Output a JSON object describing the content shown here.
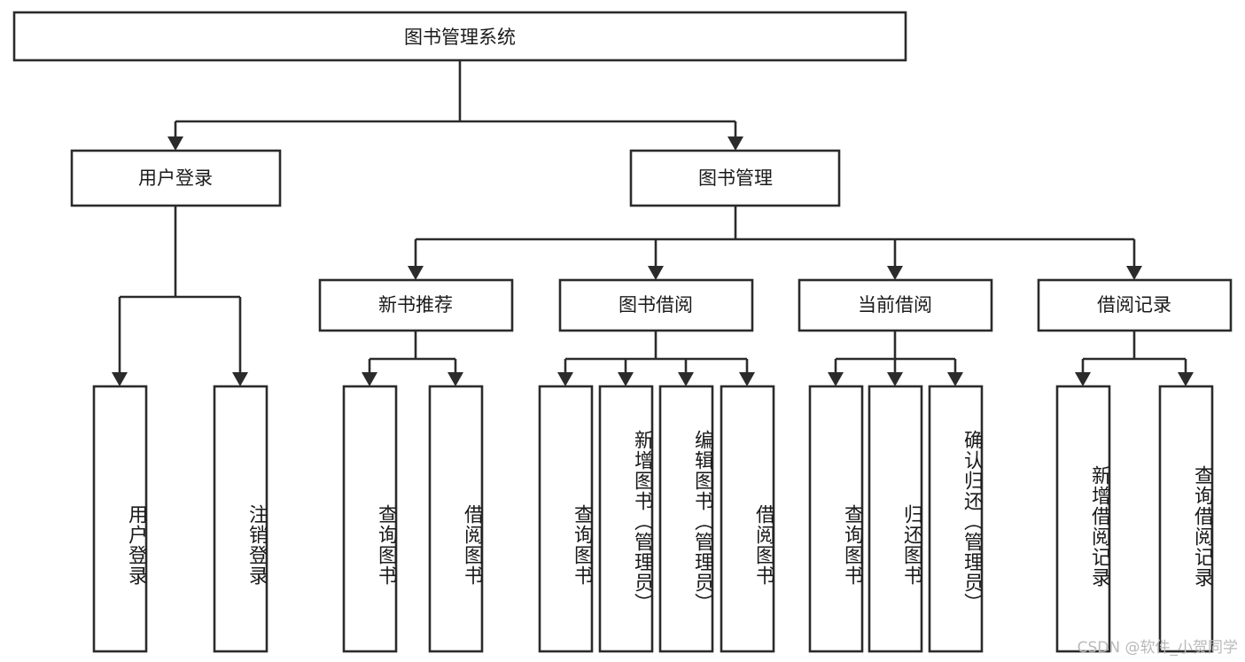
{
  "diagram": {
    "type": "hierarchy-tree",
    "title": "图书管理系统",
    "root": {
      "id": "root",
      "label": "图书管理系统"
    },
    "level2": [
      {
        "id": "user-login",
        "label": "用户登录"
      },
      {
        "id": "book-manage",
        "label": "图书管理"
      }
    ],
    "level3": [
      {
        "id": "new-book-recommend",
        "label": "新书推荐",
        "parent": "book-manage"
      },
      {
        "id": "book-borrow",
        "label": "图书借阅",
        "parent": "book-manage"
      },
      {
        "id": "current-borrow",
        "label": "当前借阅",
        "parent": "book-manage"
      },
      {
        "id": "borrow-record",
        "label": "借阅记录",
        "parent": "book-manage"
      }
    ],
    "leaves": [
      {
        "id": "leaf-user-login",
        "label": "用户登录",
        "parent": "user-login"
      },
      {
        "id": "leaf-logout-login",
        "label": "注销登录",
        "parent": "user-login"
      },
      {
        "id": "leaf-query-book-1",
        "label": "查询图书",
        "parent": "new-book-recommend"
      },
      {
        "id": "leaf-borrow-book-1",
        "label": "借阅图书",
        "parent": "new-book-recommend"
      },
      {
        "id": "leaf-query-book-2",
        "label": "查询图书",
        "parent": "book-borrow"
      },
      {
        "id": "leaf-add-book",
        "label": "新增图书（管理员）",
        "parent": "book-borrow"
      },
      {
        "id": "leaf-edit-book",
        "label": "编辑图书（管理员）",
        "parent": "book-borrow"
      },
      {
        "id": "leaf-borrow-book-2",
        "label": "借阅图书",
        "parent": "book-borrow"
      },
      {
        "id": "leaf-query-book-3",
        "label": "查询图书",
        "parent": "current-borrow"
      },
      {
        "id": "leaf-return-book",
        "label": "归还图书",
        "parent": "current-borrow"
      },
      {
        "id": "leaf-confirm-return",
        "label": "确认归还（管理员）",
        "parent": "current-borrow"
      },
      {
        "id": "leaf-add-record",
        "label": "新增借阅记录",
        "parent": "borrow-record"
      },
      {
        "id": "leaf-query-record",
        "label": "查询借阅记录",
        "parent": "borrow-record"
      }
    ]
  },
  "watermark": {
    "text": "CSDN @软件_小贺同学"
  },
  "colors": {
    "stroke": "#2b2b2b",
    "fill": "#ffffff",
    "text": "#1a1a1a",
    "watermark": "#b9b9b9"
  }
}
